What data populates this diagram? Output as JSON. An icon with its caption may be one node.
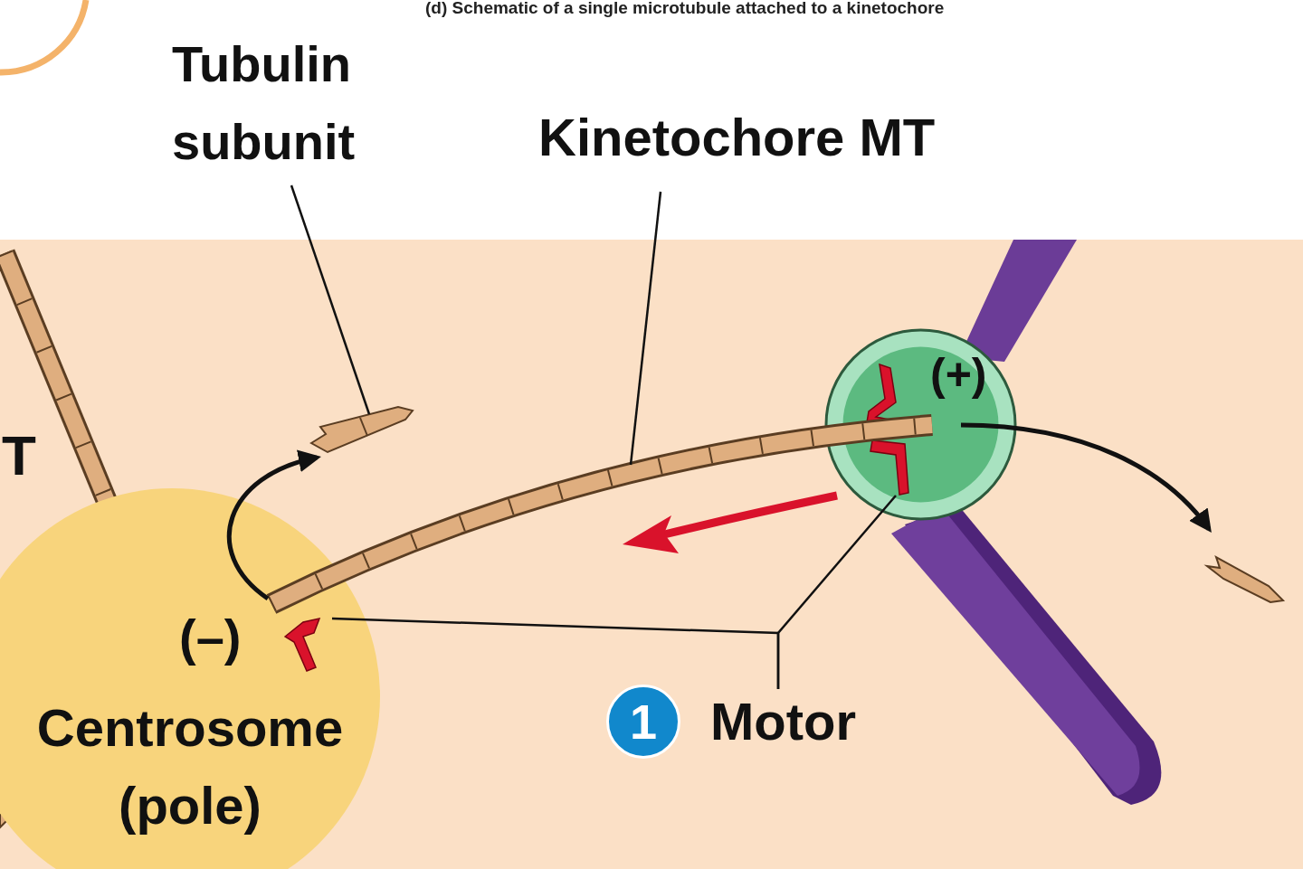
{
  "diagram": {
    "title": "(d) Schematic of a single microtubule attached to a kinetochore",
    "nodes": [
      {
        "text": [
          "Tubulin subunit"
        ]
      },
      {
        "text": [],
        "shape": "bar"
      },
      {
        "text": [
          "Kinetochore MT"
        ]
      },
      {
        "text": [],
        "shape": "bar"
      },
      {
        "text": [
          "Centrosome (pole)"
        ]
      },
      {
        "text": [],
        "shape": "picture",
        "in": 4
      },
      {
        "text": [],
        "shape": "circle"
      },
      {
        "text": [],
        "shape": "picture",
        "in": 6
      },
      {
        "text": [
          "Motor"
        ]
      },
      {
        "text": [],
        "shape": "bar"
      }
    ],
    "edges": [
      {
        "from": 0,
        "to": 1,
        "arrow": "none"
      },
      {
        "from": 2,
        "to": 3,
        "arrow": "none"
      },
      {
        "from": 8,
        "to": 5,
        "arrow": "none"
      },
      {
        "from": 8,
        "to": 7,
        "arrow": "none"
      },
      {
        "from": 3,
        "to": 1,
        "arrow": "to",
        "style": "thick"
      },
      {
        "from": 3,
        "to": 9,
        "arrow": "to",
        "style": "thick"
      }
    ],
    "labels": [
      "(+)",
      "T",
      "(–)",
      "1"
    ]
  }
}
